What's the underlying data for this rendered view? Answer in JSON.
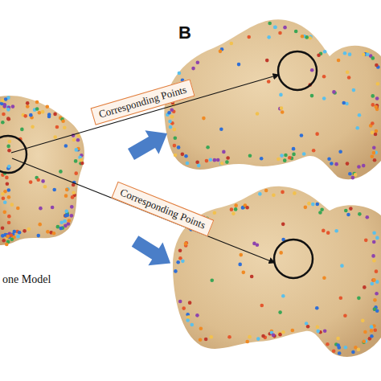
{
  "diagram": {
    "nodes": [
      {
        "text": [
          "Corresponding Points"
        ]
      },
      {
        "text": [
          "Corresponding Points"
        ]
      }
    ],
    "labels": [
      "B",
      "one Model"
    ]
  }
}
